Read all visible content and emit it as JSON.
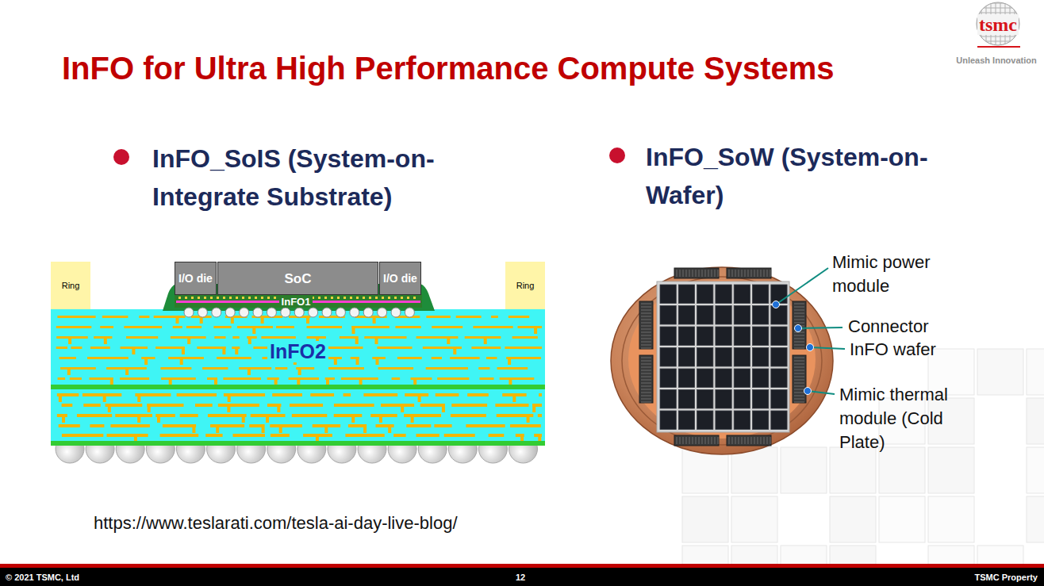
{
  "diagram": {
    "title": "InFO for Ultra High Performance Compute Systems",
    "nodes": [
      {
        "text": [
          "Ring"
        ]
      },
      {
        "text": [
          "I/O die"
        ]
      },
      {
        "text": [
          "SoC"
        ]
      },
      {
        "text": [
          "I/O die"
        ]
      },
      {
        "text": [
          "Ring"
        ]
      },
      {
        "text": [
          "InFO1"
        ]
      },
      {
        "text": [
          "InFO2"
        ]
      }
    ],
    "edges": [],
    "labels": [
      "tsmc",
      "Unleash Innovation",
      "InFO_SoIS (System-on-Integrate Substrate)",
      "InFO_SoW (System-on-Wafer)",
      "Mimic power module",
      "Connector",
      "InFO wafer",
      "Mimic thermal module (Cold Plate)",
      "https://www.teslarati.com/tesla-ai-day-live-blog/",
      "© 2021 TSMC, Ltd",
      "12",
      "TSMC Property"
    ]
  }
}
